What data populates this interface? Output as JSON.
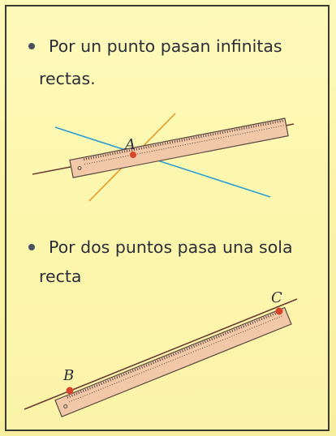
{
  "statements": [
    {
      "lines": [
        "Por un punto pasan infinitas",
        "rectas."
      ]
    },
    {
      "lines": [
        "Por dos puntos pasa una sola",
        "recta"
      ]
    }
  ],
  "figure1": {
    "point_label": "A"
  },
  "figure2": {
    "point_label_start": "B",
    "point_label_end": "C"
  },
  "colors": {
    "background": "#fdf9b9",
    "text": "#2b2e3a",
    "ruler_fill": "#f2c9a8",
    "ruler_stroke": "#5a4a40",
    "point": "#d8442a",
    "line_blue": "#2b9fd3",
    "line_orange": "#e39a2a",
    "line_dark": "#6b3b33"
  }
}
